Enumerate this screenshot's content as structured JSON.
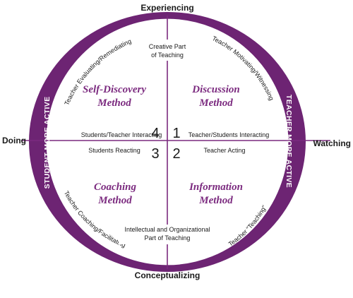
{
  "colors": {
    "accent": "#7b2a7f",
    "band_fill": "#6d2473",
    "text": "#1a1a1a",
    "background": "#ffffff"
  },
  "axes": {
    "top": "Experiencing",
    "bottom": "Conceptualizing",
    "left": "Doing",
    "right": "Watching"
  },
  "bands": {
    "left": "STUDENT MORE ACTIVE",
    "right": "TEACHER MORE ACTIVE"
  },
  "curved": {
    "top_left": "Teacher Evaluating/Remediating",
    "top_right": "Teacher Motivating/Witnessing",
    "bottom_left": "Teacher Coaching/Facilitating",
    "bottom_right": "Teacher “Teaching”"
  },
  "center": {
    "top_line1": "Creative Part",
    "top_line2": "of Teaching",
    "bottom_line1": "Intellectual and Organizational",
    "bottom_line2": "Part of Teaching"
  },
  "quadrants": {
    "q1": {
      "number": "1",
      "line1": "Discussion",
      "line2": "Method",
      "axis_text_upper": "Teacher/Students Interacting"
    },
    "q2": {
      "number": "2",
      "line1": "Information",
      "line2": "Method",
      "axis_text_lower": "Teacher Acting"
    },
    "q3": {
      "number": "3",
      "line1": "Coaching",
      "line2": "Method",
      "axis_text_lower": "Students Reacting"
    },
    "q4": {
      "number": "4",
      "line1": "Self-Discovery",
      "line2": "Method",
      "axis_text_upper": "Students/Teacher Interacting"
    }
  }
}
